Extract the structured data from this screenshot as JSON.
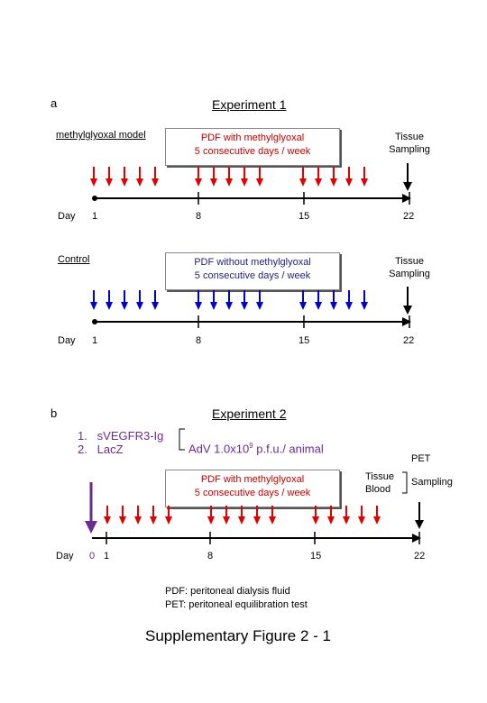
{
  "panel_a": {
    "label": "a",
    "title": "Experiment 1",
    "model1": {
      "name": "methylglyoxal model",
      "box": [
        "PDF with methylglyoxal",
        "5 consecutive days / week"
      ],
      "end_label": [
        "Tissue",
        "Sampling"
      ],
      "day_label": "Day",
      "ticks": [
        "1",
        "8",
        "15",
        "22"
      ],
      "arrow_color": "#e00000"
    },
    "model2": {
      "name": "Control",
      "box": [
        "PDF without methylglyoxal",
        "5 consecutive days / week"
      ],
      "end_label": [
        "Tissue",
        "Sampling"
      ],
      "day_label": "Day",
      "ticks": [
        "1",
        "8",
        "15",
        "22"
      ],
      "arrow_color": "#0000cc"
    }
  },
  "panel_b": {
    "label": "b",
    "title": "Experiment 2",
    "vectors": [
      "1.   sVEGFR3-Ig",
      "2.   LacZ"
    ],
    "dose": "AdV 1.0x10",
    "dose_exp": "9",
    "dose_unit": " p.f.u./ animal",
    "box": [
      "PDF with methylglyoxal",
      "5 consecutive days / week"
    ],
    "end_left": [
      "Tissue",
      "Blood"
    ],
    "end_right": "Sampling",
    "pet": "PET",
    "day_label": "Day",
    "tick_zero": "0",
    "ticks": [
      "1",
      "8",
      "15",
      "22"
    ],
    "arrow_color": "#e00000",
    "injection_color": "#6a2c91"
  },
  "legend": [
    "PDF: peritoneal dialysis fluid",
    "PET: peritoneal equilibration test"
  ],
  "caption": "Supplementary Figure 2 - 1"
}
